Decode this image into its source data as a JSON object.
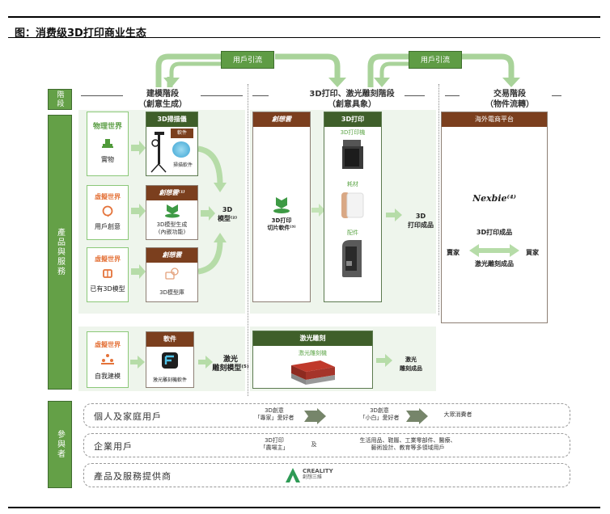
{
  "figure": {
    "title": "图：消费级3D打印商业生态"
  },
  "flow_tags": [
    "用戶引流",
    "用戶引流"
  ],
  "side_labels": {
    "stage": "階段",
    "products": "產品與服務",
    "participants": "參與者"
  },
  "stages": [
    {
      "name": "建模階段",
      "sub": "（創意生成）"
    },
    {
      "name": "3D打印、激光雕刻階段",
      "sub": "（創意具象）"
    },
    {
      "name": "交易階段",
      "sub": "（物件流轉）"
    }
  ],
  "modeling": {
    "sources": [
      {
        "world": "物理世界",
        "icon": "object-icon",
        "label": "實物"
      },
      {
        "world": "虛擬世界",
        "icon": "idea-icon",
        "label": "用戶創意"
      },
      {
        "world": "虛擬世界",
        "icon": "cube-icon",
        "label": "已有3D模型"
      }
    ],
    "tools": [
      {
        "header": "3D掃描儀",
        "badge": "軟件",
        "caption": "掃描軟件"
      },
      {
        "header": "創想雲⁽¹⁾",
        "caption_line1": "3D模型生成",
        "caption_line2": "(內嵌功能)"
      },
      {
        "header": "創想雲",
        "caption": "3D模型庫"
      }
    ],
    "output_line1": "3D",
    "output_line2": "模型⁽²⁾"
  },
  "printing": {
    "slicer": {
      "header": "創想雲",
      "line1": "3D打印",
      "line2": "切片軟件⁽³⁾"
    },
    "hardware": {
      "header": "3D打印",
      "items": [
        "3D打印機",
        "耗材",
        "配件"
      ]
    },
    "output_line1": "3D",
    "output_line2": "打印成品"
  },
  "trading": {
    "header": "海外電商平台",
    "platform": "Nexbie⁽⁴⁾",
    "top": "3D打印成品",
    "bottom": "激光雕刻成品",
    "seller": "賣家",
    "buyer": "買家"
  },
  "laser": {
    "source": {
      "world": "虛擬世界",
      "label": "自我建模"
    },
    "software": {
      "header": "軟件",
      "caption": "激光雕刻機軟件"
    },
    "model_line1": "激光",
    "model_line2": "雕刻模型⁽⁵⁾",
    "engraver": {
      "header": "激光雕刻",
      "sub": "激光雕刻機"
    },
    "output_line1": "激光",
    "output_line2": "雕刻成品"
  },
  "participants": [
    {
      "name": "個人及家庭用戶",
      "steps": [
        {
          "line1": "3D創意",
          "line2": "「專家」愛好者"
        },
        {
          "line1": "3D創意",
          "line2": "「小白」愛好者"
        },
        {
          "line1": "大眾消費者",
          "line2": ""
        }
      ]
    },
    {
      "name": "企業用戶",
      "left_line1": "3D打印",
      "left_line2": "「農場主」",
      "conj": "及",
      "right_line1": "生活用品、鞋履、工業零部件、醫療、",
      "right_line2": "藝術設計、教育等多領域用戶"
    },
    {
      "name": "產品及服務提供商",
      "brand": "CREALITY",
      "brand_cn": "創想三維"
    }
  ]
}
